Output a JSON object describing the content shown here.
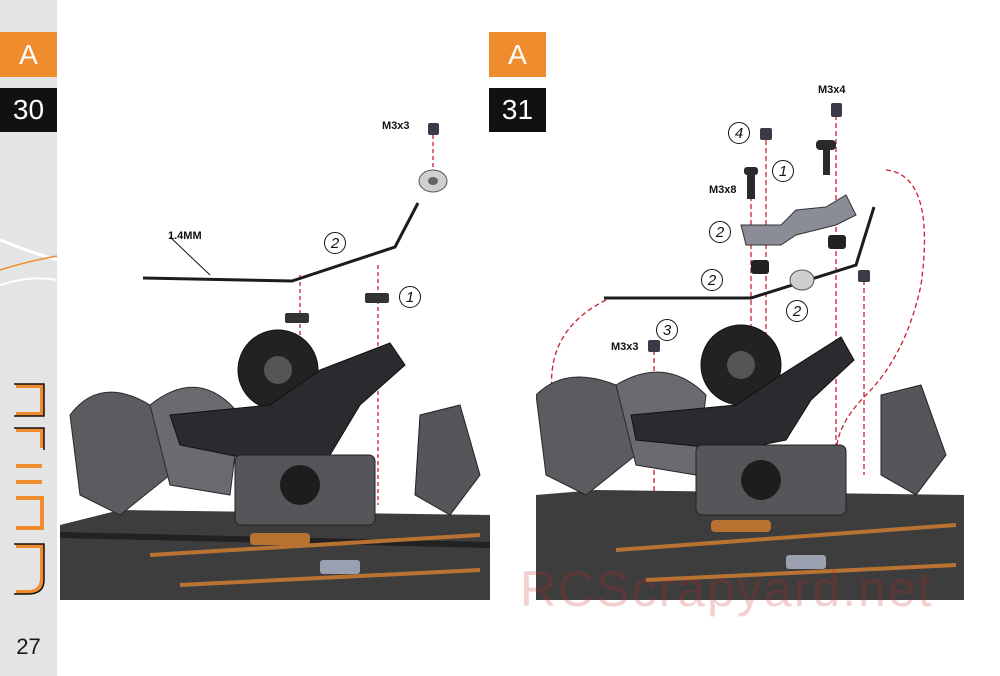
{
  "page": {
    "number": "27"
  },
  "steps": [
    {
      "section": "A",
      "number": "30",
      "labels": {
        "screw": "M3x3",
        "wire": "1.4MM"
      },
      "callouts": [
        "2",
        "1"
      ]
    },
    {
      "section": "A",
      "number": "31",
      "labels": {
        "screw_top": "M3x4",
        "screw_mid": "M3x8",
        "screw_low": "M3x3"
      },
      "callouts": [
        "4",
        "1",
        "2",
        "2",
        "2",
        "3"
      ]
    }
  ],
  "watermark": "RCScrapyard.net",
  "colors": {
    "accent": "#ef8d2e",
    "step_black": "#111111",
    "sidebar": "#e4e4e4",
    "guide_line": "#c8202e"
  }
}
